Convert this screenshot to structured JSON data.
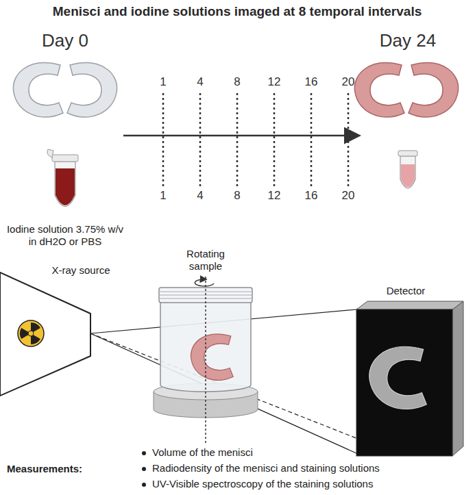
{
  "diagram": {
    "title": "Menisci and iodine solutions imaged at 8 temporal intervals",
    "labels": [
      "Day 0",
      "Day 24",
      "1",
      "4",
      "8",
      "12",
      "16",
      "20",
      "1",
      "4",
      "8",
      "12",
      "16",
      "20",
      "Iodine solution 3.75% w/v in dH2O or PBS",
      "Rotating sample",
      "X-ray source",
      "Detector",
      "Measurements:",
      "Volume of the menisci",
      "Radiodensity of the menisci and staining solutions",
      "UV-Visible spectroscopy of the staining solutions"
    ]
  }
}
